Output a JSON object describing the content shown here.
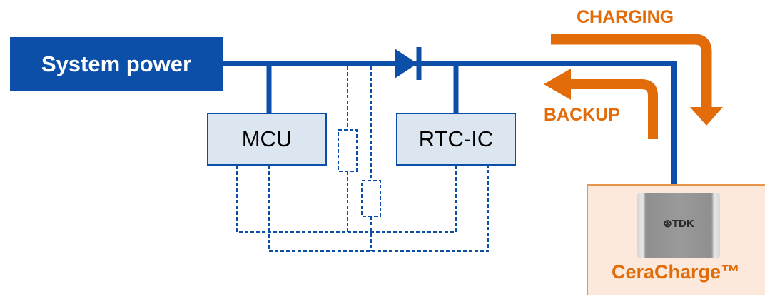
{
  "system_power": {
    "label": "System power"
  },
  "mcu": {
    "label": "MCU"
  },
  "rtc": {
    "label": "RTC-IC"
  },
  "charging": {
    "label": "CHARGING"
  },
  "backup": {
    "label": "BACKUP"
  },
  "ceracharge": {
    "label": "CeraCharge™",
    "chip_logo": "TDK"
  },
  "colors": {
    "line_blue": "#0b4fa8",
    "box_fill": "#dce6f1",
    "accent_orange": "#e36c0a",
    "cera_fill": "#fce9dc"
  }
}
